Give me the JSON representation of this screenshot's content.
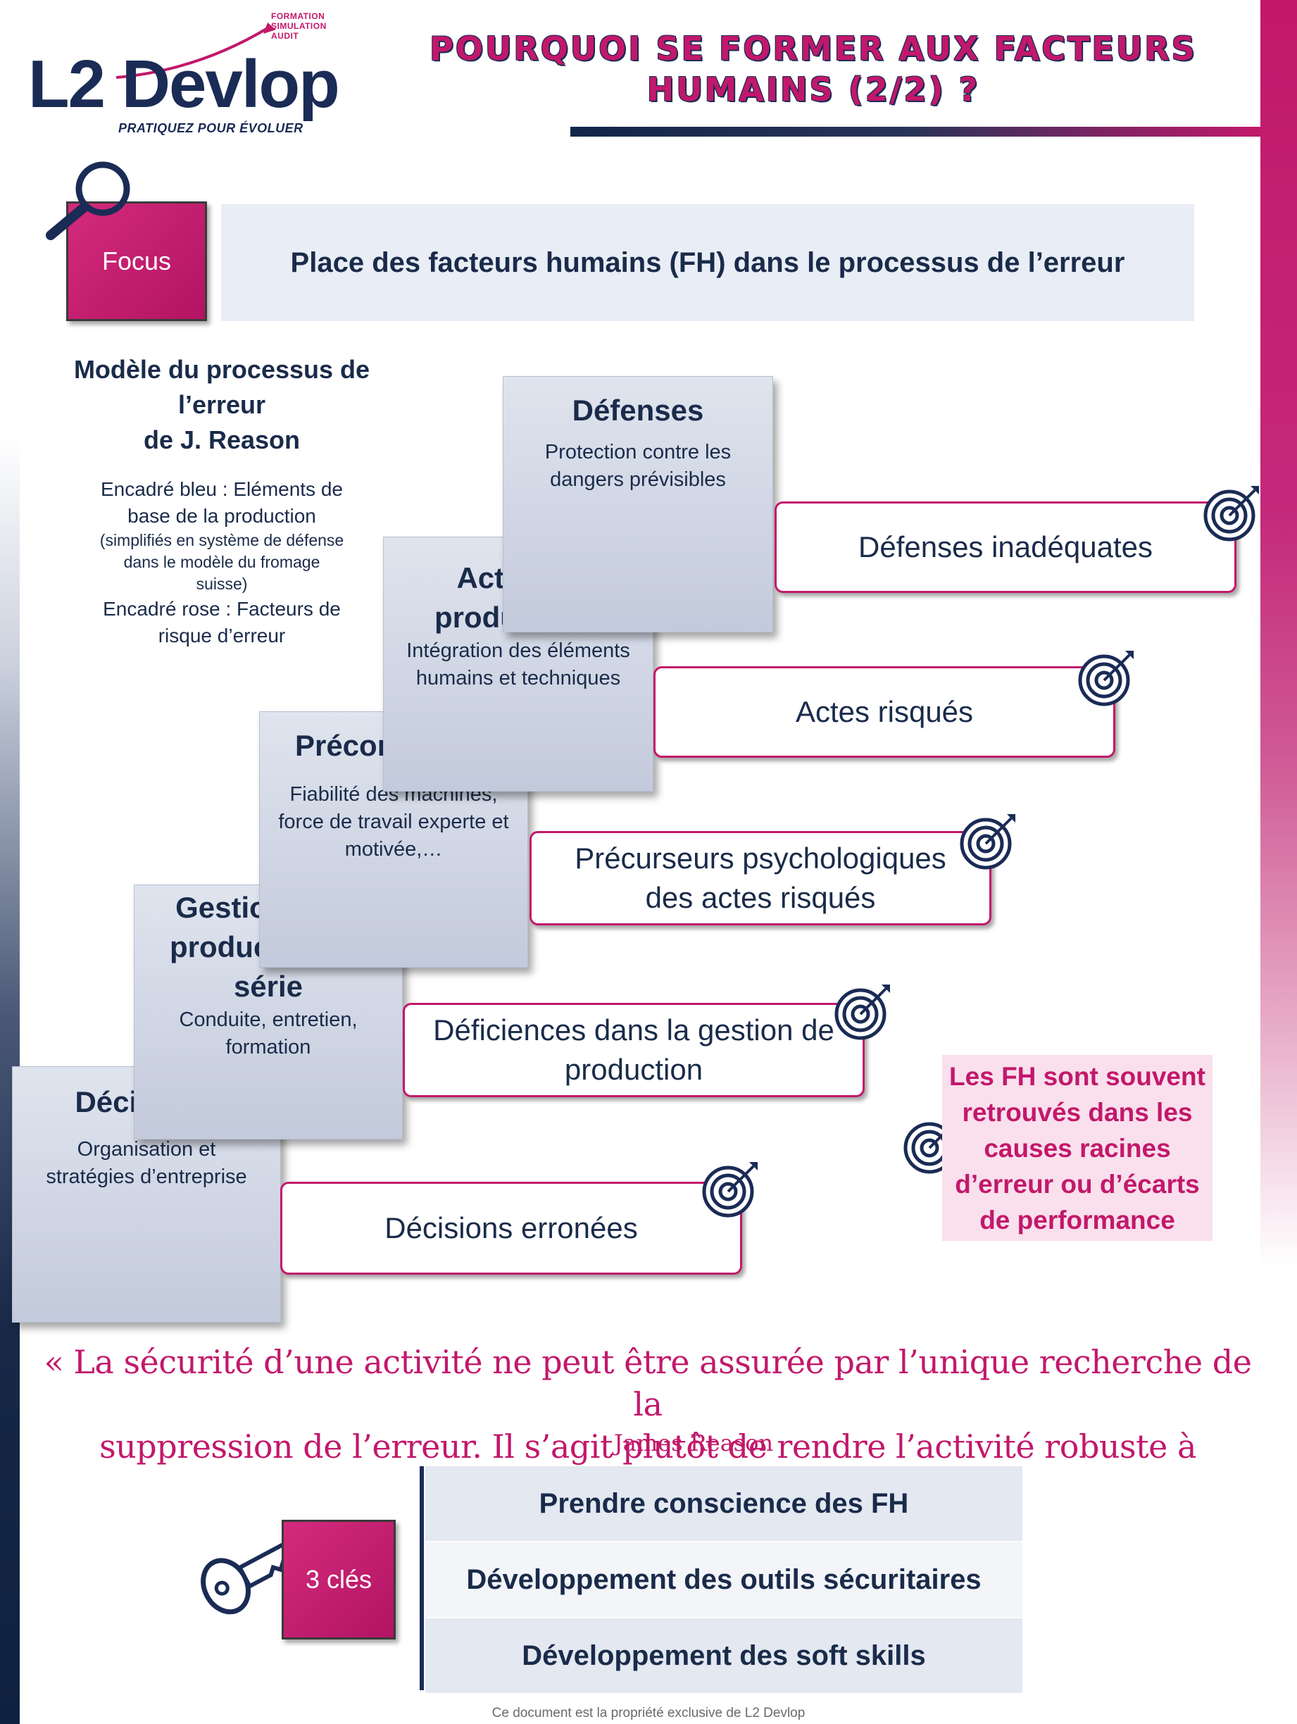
{
  "logo": {
    "tags": [
      "FORMATION",
      "SIMULATION",
      "AUDIT"
    ],
    "text": "L2 Devlop",
    "tagline": "PRATIQUEZ POUR ÉVOLUER"
  },
  "header": {
    "title_line1": "POURQUOI SE FORMER AUX FACTEURS",
    "title_line2": "HUMAINS  (2/2) ?"
  },
  "focus": {
    "label": "Focus",
    "banner": "Place des facteurs humains (FH) dans le processus de l’erreur"
  },
  "legend": {
    "title_lines": [
      "Modèle du processus de",
      "l’erreur",
      "de J. Reason"
    ],
    "blue_lines": [
      "Encadré bleu : Eléments de",
      "base de la production"
    ],
    "note_lines": [
      "(simplifiés en système de défense",
      "dans le modèle du fromage",
      "suisse)"
    ],
    "pink_lines": [
      "Encadré rose : Facteurs de",
      "risque d’erreur"
    ]
  },
  "stairs": [
    {
      "title": "Défenses",
      "desc_lines": [
        "Protection contre les",
        "dangers prévisibles"
      ]
    },
    {
      "title_lines": [
        "Activités",
        "productives"
      ],
      "desc_lines": [
        "Intégration des éléments",
        "humains et techniques"
      ]
    },
    {
      "title": "Préconditions",
      "desc_lines": [
        "Fiabilité des machines,",
        "force de travail experte et",
        "motivée,…"
      ]
    },
    {
      "title_lines": [
        "Gestion de la",
        "production en",
        "série"
      ],
      "desc_lines": [
        "Conduite, entretien,",
        "formation"
      ]
    },
    {
      "title": "Décideurs",
      "desc_lines": [
        "Organisation et",
        "stratégies d’entreprise"
      ]
    }
  ],
  "risks": [
    {
      "lines": [
        "Défenses inadéquates"
      ]
    },
    {
      "lines": [
        "Actes risqués"
      ]
    },
    {
      "lines": [
        "Précurseurs psychologiques",
        "des actes  risqués"
      ]
    },
    {
      "lines": [
        "Déficiences dans la gestion de",
        "production"
      ]
    },
    {
      "lines": [
        "Décisions erronées"
      ]
    }
  ],
  "fh_note_lines": [
    "Les FH sont souvent",
    "retrouvés dans les",
    "causes racines",
    "d’erreur ou d’écarts",
    "de performance"
  ],
  "quote": {
    "line1": "« La sécurité d’une activité ne peut être assurée par l’unique recherche de la",
    "line2": "suppression de l’erreur. Il s’agit plutôt de rendre l’activité robuste à l’erreur \"",
    "author": "James Reason"
  },
  "keys": {
    "label": "3 clés",
    "items": [
      "Prendre conscience des FH",
      "Développement des outils sécuritaires",
      "Développement des soft skills"
    ],
    "row_colors": [
      "#e3e8f1",
      "#f3f5f9",
      "#e3e8f1"
    ]
  },
  "footer": "Ce document est la propriété exclusive de L2 Devlop",
  "colors": {
    "accent": "#c2186b",
    "navy": "#1a2b55",
    "stair": "#c9cfdd",
    "note_bg": "#f9e0ec"
  },
  "icons": {
    "focus": "magnifier-icon",
    "risk": "target-icon",
    "keys": "key-icon"
  }
}
